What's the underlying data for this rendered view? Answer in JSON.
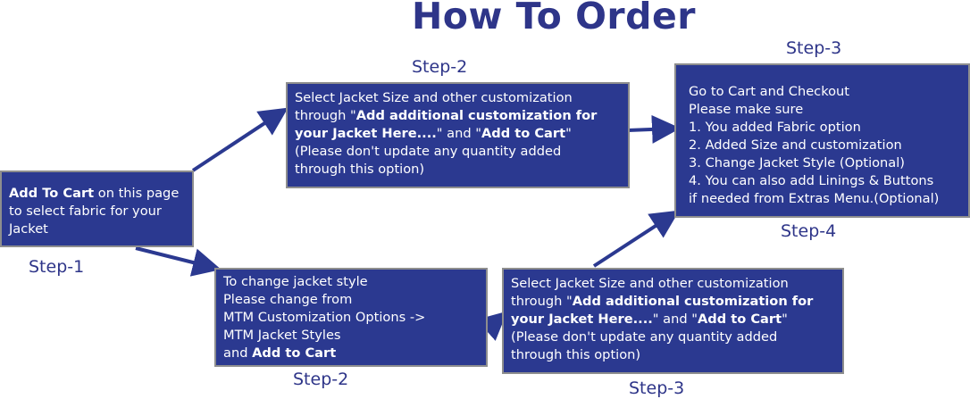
{
  "title": "How To Order",
  "colors": {
    "title": "#2e3589",
    "box_fill": "#2b3990",
    "box_border": "#8e8e8e",
    "arrow": "#2b3990"
  },
  "steps": {
    "step1": {
      "label": "Step-1",
      "lines": [
        [
          {
            "t": "Add To Cart",
            "b": true
          },
          {
            "t": " on this page",
            "b": false
          }
        ],
        [
          {
            "t": "to select fabric for your",
            "b": false
          }
        ],
        [
          {
            "t": "Jacket",
            "b": false
          }
        ]
      ]
    },
    "step2_top": {
      "label": "Step-2",
      "lines": [
        [
          {
            "t": "Select Jacket Size and other customization",
            "b": false
          }
        ],
        [
          {
            "t": "through \"",
            "b": false
          },
          {
            "t": "Add additional customization for",
            "b": true
          }
        ],
        [
          {
            "t": "your Jacket Here....",
            "b": true
          },
          {
            "t": "\" and \"",
            "b": false
          },
          {
            "t": "Add to Cart",
            "b": true
          },
          {
            "t": "\"",
            "b": false
          }
        ],
        [
          {
            "t": "(Please don't update any quantity added",
            "b": false
          }
        ],
        [
          {
            "t": "through this option)",
            "b": false
          }
        ]
      ]
    },
    "step2_bottom": {
      "label": "Step-2",
      "lines": [
        [
          {
            "t": "To change jacket style",
            "b": false
          }
        ],
        [
          {
            "t": "Please change from",
            "b": false
          }
        ],
        [
          {
            "t": "MTM Customization Options ->",
            "b": false
          }
        ],
        [
          {
            "t": "MTM Jacket Styles",
            "b": false
          }
        ],
        [
          {
            "t": "and ",
            "b": false
          },
          {
            "t": "Add to Cart",
            "b": true
          }
        ]
      ]
    },
    "step3_top": {
      "label": "Step-3",
      "lines": [
        [
          {
            "t": "Go to Cart and Checkout",
            "b": false
          }
        ],
        [
          {
            "t": "Please make sure",
            "b": false
          }
        ],
        [
          {
            "t": "1. You added Fabric option",
            "b": false
          }
        ],
        [
          {
            "t": "2. Added Size and customization",
            "b": false
          }
        ],
        [
          {
            "t": "3. Change Jacket Style (Optional)",
            "b": false
          }
        ],
        [
          {
            "t": "4. You can also add Linings & Buttons",
            "b": false
          }
        ],
        [
          {
            "t": "if needed from Extras Menu.(Optional)",
            "b": false
          }
        ]
      ]
    },
    "step4_label": "Step-4",
    "step3_bottom": {
      "label": "Step-3",
      "lines": [
        [
          {
            "t": "Select Jacket Size and other customization",
            "b": false
          }
        ],
        [
          {
            "t": "through \"",
            "b": false
          },
          {
            "t": "Add additional customization for",
            "b": true
          }
        ],
        [
          {
            "t": "your Jacket Here....",
            "b": true
          },
          {
            "t": "\" and \"",
            "b": false
          },
          {
            "t": "Add to Cart",
            "b": true
          },
          {
            "t": "\"",
            "b": false
          }
        ],
        [
          {
            "t": "(Please don't update any quantity added",
            "b": false
          }
        ],
        [
          {
            "t": "through this option)",
            "b": false
          }
        ]
      ]
    }
  }
}
